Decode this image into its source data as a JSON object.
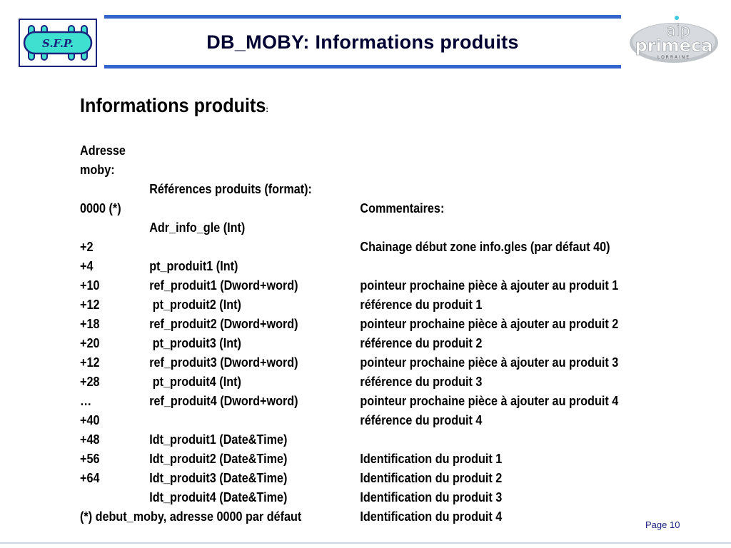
{
  "header": {
    "title": "DB_MOBY: Informations produits",
    "logo_left_text": "S.F.P.",
    "logo_right_line1": "aip",
    "logo_right_line2": "primeca",
    "logo_right_line3": "LORRAINE"
  },
  "content": {
    "heading": "Informations produits",
    "heading_colon": ":",
    "adresse_label": "Adresse",
    "columns": {
      "c1": "moby:",
      "c2": "Références produits (format):",
      "c3": "Commentaires:"
    },
    "first_row": {
      "c1": "0000 (*)",
      "c2": "Adr_info_gle (Int)",
      "c3": "Chainage début zone info.gles (par défaut 40)"
    },
    "rows": [
      {
        "c1": "+2",
        "c2": "pt_produit1 (Int)",
        "c3": "pointeur prochaine pièce à ajouter au produit 1"
      },
      {
        "c1": "+4",
        "c2": "ref_produit1 (Dword+word)",
        "c3": "référence du produit 1"
      },
      {
        "c1": "+10",
        "c2": " pt_produit2 (Int)",
        "c3": "pointeur prochaine pièce à ajouter au produit 2"
      },
      {
        "c1": "+12",
        "c2": "ref_produit2 (Dword+word)",
        "c3": "référence du produit 2"
      },
      {
        "c1": "+18",
        "c2": " pt_produit3 (Int)",
        "c3": "pointeur prochaine pièce à ajouter au produit 3"
      },
      {
        "c1": "+20",
        "c2": "ref_produit3 (Dword+word)",
        "c3": "référence du produit 3"
      },
      {
        "c1": "+12",
        "c2": " pt_produit4 (Int)",
        "c3": "pointeur prochaine pièce à ajouter au produit 4"
      },
      {
        "c1": "+28",
        "c2": "ref_produit4 (Dword+word)",
        "c3": "référence du produit 4"
      }
    ],
    "ellipsis": "…",
    "idt_rows": [
      {
        "c1": "+40",
        "c2": "Idt_produit1 (Date&Time)",
        "c3": "Identification du produit 1"
      },
      {
        "c1": "+48",
        "c2": "Idt_produit2 (Date&Time)",
        "c3": "Identification du produit 2"
      },
      {
        "c1": "+56",
        "c2": "Idt_produit3 (Date&Time)",
        "c3": "Identification du produit 3"
      },
      {
        "c1": "+64",
        "c2": "Idt_produit4 (Date&Time)",
        "c3": "Identification du produit 4"
      }
    ],
    "footnote": "(*) debut_moby, adresse 0000 par défaut"
  },
  "footer": {
    "page": "Page 10"
  },
  "colors": {
    "bar": "#3366cc",
    "logo_cyan": "#40e0d0",
    "logo_navy": "#1a237e",
    "page_text": "#1a237e"
  }
}
